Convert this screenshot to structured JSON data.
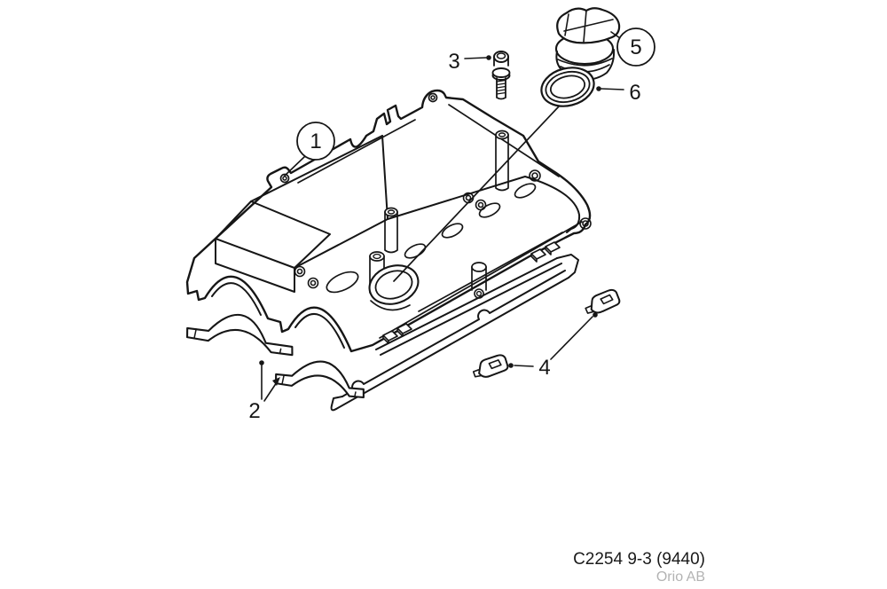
{
  "callouts": [
    {
      "label": "1"
    },
    {
      "label": "2"
    },
    {
      "label": "3"
    },
    {
      "label": "4"
    },
    {
      "label": "5"
    },
    {
      "label": "6"
    }
  ],
  "footer": {
    "code": "C2254 9-3 (9440)",
    "publisher": "Orio AB"
  },
  "colors": {
    "line": "#161616",
    "background": "#ffffff",
    "footer_text": "#1a1a1a",
    "footer_muted": "#b3b3b3"
  }
}
